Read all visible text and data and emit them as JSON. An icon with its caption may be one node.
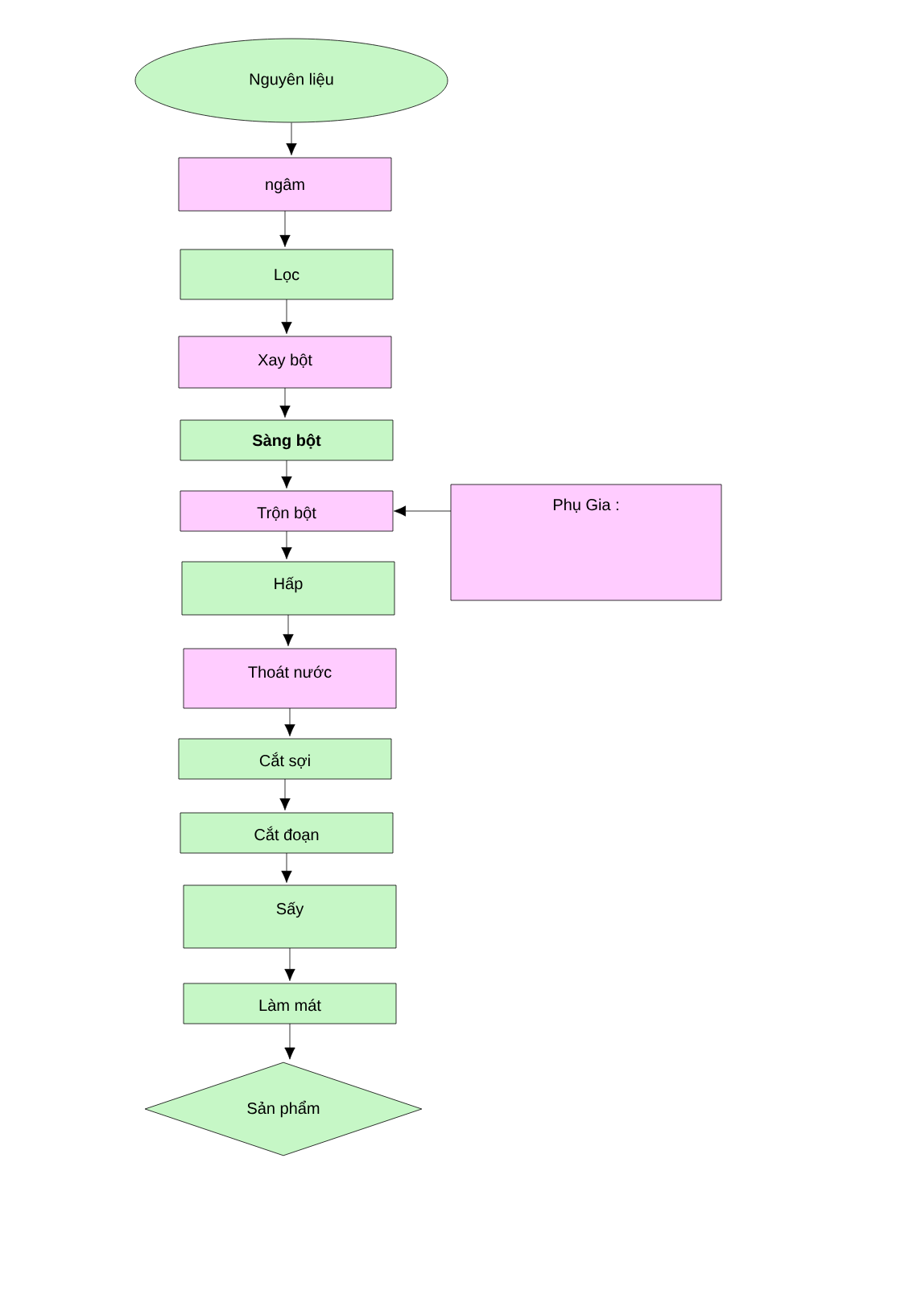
{
  "diagram": {
    "nodes": [
      {
        "text": [
          "Nguyên liệu"
        ]
      },
      {
        "text": [
          "ngâm"
        ]
      },
      {
        "text": [
          "Lọc"
        ]
      },
      {
        "text": [
          "Xay bột"
        ]
      },
      {
        "text": [
          "Sàng bột"
        ]
      },
      {
        "text": [
          "Trộn bột"
        ]
      },
      {
        "text": [
          "Hấp"
        ]
      },
      {
        "text": [
          "Thoát nước"
        ]
      },
      {
        "text": [
          "Cắt sợi"
        ]
      },
      {
        "text": [
          "Cắt đoạn"
        ]
      },
      {
        "text": [
          "Sấy"
        ]
      },
      {
        "text": [
          "Làm mát"
        ]
      },
      {
        "text": [
          "Sản phẩm"
        ]
      },
      {
        "text": [
          "Phụ Gia :"
        ]
      }
    ],
    "edges": [
      {
        "from": 0,
        "to": 1,
        "arrow": "to"
      },
      {
        "from": 1,
        "to": 2,
        "arrow": "to"
      },
      {
        "from": 2,
        "to": 3,
        "arrow": "to"
      },
      {
        "from": 3,
        "to": 4,
        "arrow": "to"
      },
      {
        "from": 4,
        "to": 5,
        "arrow": "to"
      },
      {
        "from": 5,
        "to": 6,
        "arrow": "to"
      },
      {
        "from": 6,
        "to": 7,
        "arrow": "to"
      },
      {
        "from": 7,
        "to": 8,
        "arrow": "to"
      },
      {
        "from": 8,
        "to": 9,
        "arrow": "to"
      },
      {
        "from": 9,
        "to": 10,
        "arrow": "to"
      },
      {
        "from": 10,
        "to": 11,
        "arrow": "to"
      },
      {
        "from": 11,
        "to": 12,
        "arrow": "to"
      },
      {
        "from": 13,
        "to": 5,
        "arrow": "to"
      }
    ]
  }
}
